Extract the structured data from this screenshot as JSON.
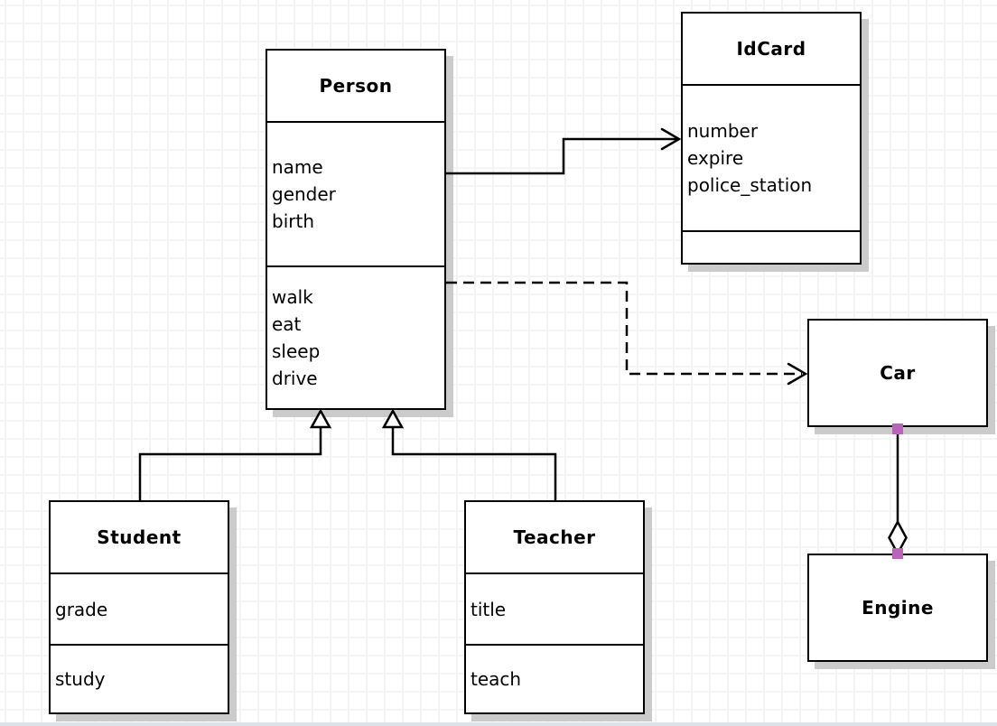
{
  "diagram": {
    "classes": [
      {
        "name": "Person",
        "attributes": [
          "name",
          "gender",
          "birth"
        ],
        "methods": [
          "walk",
          "eat",
          "sleep",
          "drive"
        ]
      },
      {
        "name": "IdCard",
        "attributes": [
          "number",
          "expire",
          "police_station"
        ],
        "methods": []
      },
      {
        "name": "Student",
        "attributes": [
          "grade"
        ],
        "methods": [
          "study"
        ]
      },
      {
        "name": "Teacher",
        "attributes": [
          "title"
        ],
        "methods": [
          "teach"
        ]
      },
      {
        "name": "Car",
        "attributes": [],
        "methods": []
      },
      {
        "name": "Engine",
        "attributes": [],
        "methods": []
      }
    ],
    "relationships": [
      {
        "type": "association",
        "from": "Person",
        "to": "IdCard",
        "line": "solid",
        "arrow": "open"
      },
      {
        "type": "dependency",
        "from": "Person",
        "to": "Car",
        "line": "dashed",
        "arrow": "open"
      },
      {
        "type": "generalization",
        "from": "Student",
        "to": "Person",
        "line": "solid",
        "arrow": "hollow-triangle"
      },
      {
        "type": "generalization",
        "from": "Teacher",
        "to": "Person",
        "line": "solid",
        "arrow": "hollow-triangle"
      },
      {
        "type": "aggregation",
        "from": "Car",
        "to": "Engine",
        "line": "solid",
        "arrow": "hollow-diamond"
      }
    ]
  },
  "colors": {
    "box_border": "#000000",
    "box_fill": "#ffffff",
    "shadow": "#cbcbcb",
    "grid_line": "#f3f4f6",
    "endpoint_handle": "#b964b9",
    "canvas_bg": "#ffffff"
  }
}
